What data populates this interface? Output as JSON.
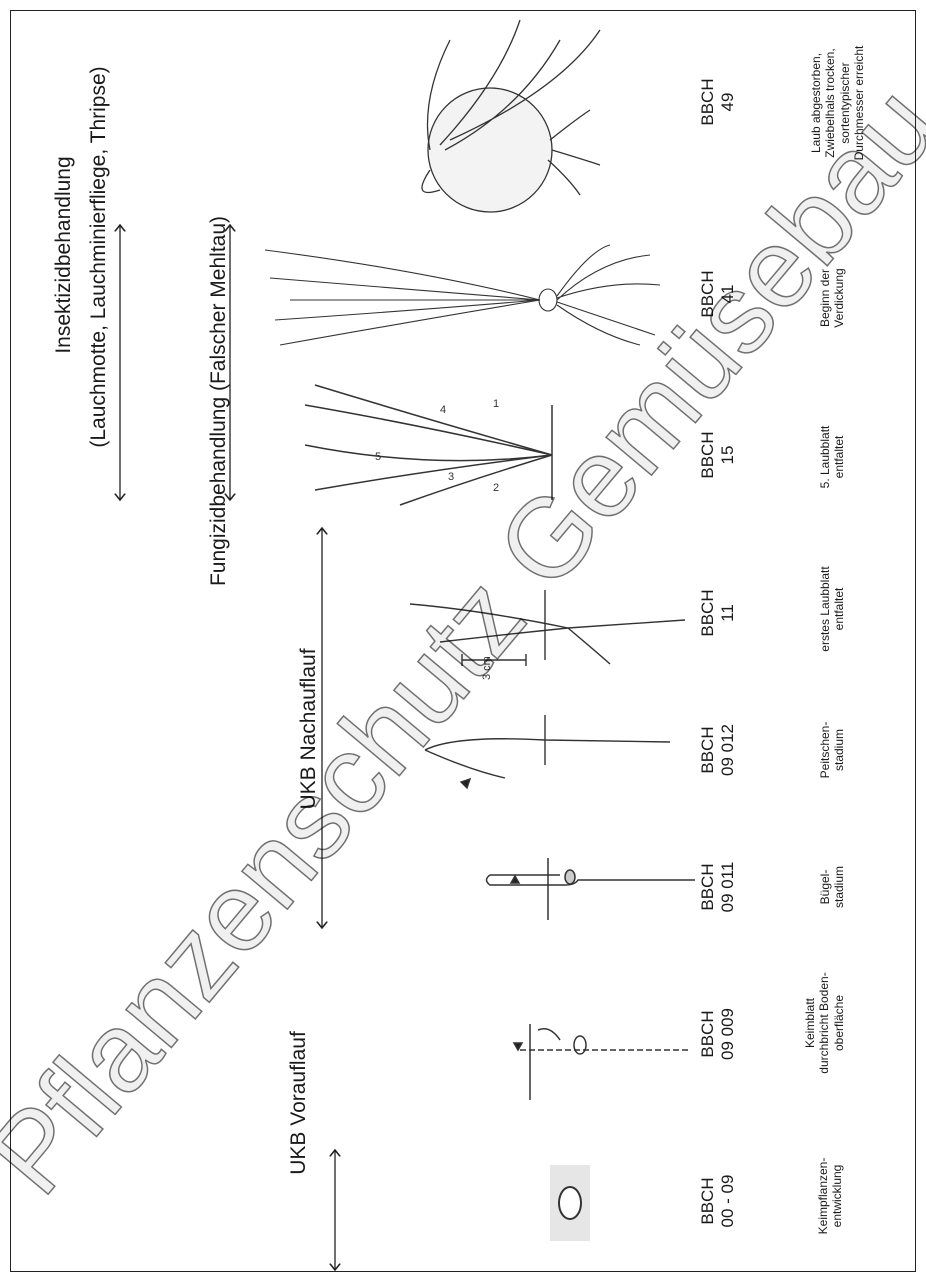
{
  "treatments": {
    "insecticide_title": "Insektizidbehandlung",
    "insecticide_pests": "(Lauchmotte, Lauchminierfliege, Thripse)",
    "fungicide": "Fungizidbehandlung (Falscher Mehltau)",
    "ukb_post": "UKB Nachauflauf",
    "ukb_pre": "UKB Vorauflauf"
  },
  "stages": [
    {
      "bbch": "BBCH",
      "code": "00 - 09",
      "desc": [
        "Keimpflanzen-",
        "entwicklung"
      ]
    },
    {
      "bbch": "BBCH",
      "code": "09 009",
      "desc": [
        "Keimblatt",
        "durchbricht Boden-",
        "oberfläche"
      ]
    },
    {
      "bbch": "BBCH",
      "code": "09 011",
      "desc": [
        "Bügel-",
        "stadium"
      ]
    },
    {
      "bbch": "BBCH",
      "code": "09 012",
      "desc": [
        "Peitschen-",
        "stadium"
      ]
    },
    {
      "bbch": "BBCH",
      "code": "11",
      "desc": [
        "erstes Laubblatt",
        "entfaltet"
      ]
    },
    {
      "bbch": "BBCH",
      "code": "15",
      "desc": [
        "5. Laubblatt",
        "entfaltet"
      ]
    },
    {
      "bbch": "BBCH",
      "code": "41",
      "desc": [
        "Beginn der",
        "Verdickung"
      ]
    },
    {
      "bbch": "BBCH",
      "code": "49",
      "desc": [
        "Laub abgestorben,",
        "Zwiebelhals trocken,",
        "sortentypischer",
        "Durchmesser erreicht"
      ]
    }
  ],
  "figure_labels": {
    "scale": "3 cm",
    "leaf_numbers": [
      "1",
      "2",
      "3",
      "4",
      "5"
    ]
  },
  "watermark": "Pflanzenschutz Gemüsebau"
}
